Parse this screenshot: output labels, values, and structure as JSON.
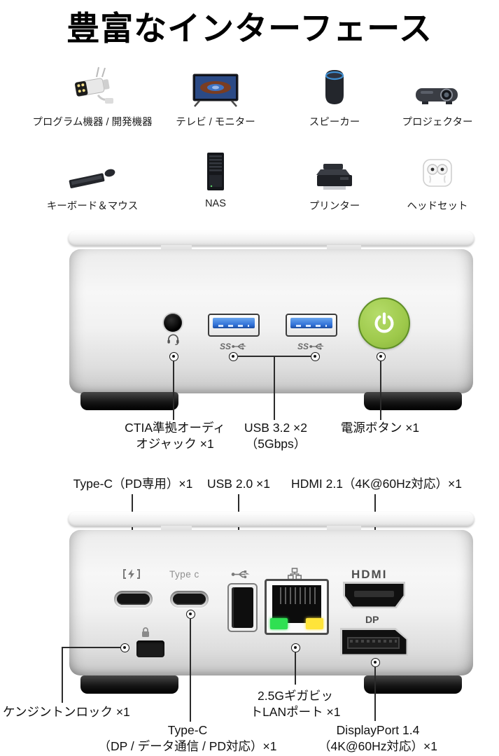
{
  "title": "豊富なインターフェース",
  "device_grid": {
    "row1": [
      {
        "icon": "security-camera",
        "label": "プログラム機器 / 開発機器"
      },
      {
        "icon": "tv-monitor",
        "label": "テレビ / モニター"
      },
      {
        "icon": "speaker",
        "label": "スピーカー"
      },
      {
        "icon": "projector",
        "label": "プロジェクター"
      }
    ],
    "row2": [
      {
        "icon": "keyboard-mouse",
        "label": "キーボード＆マウス"
      },
      {
        "icon": "nas",
        "label": "NAS"
      },
      {
        "icon": "printer",
        "label": "プリンター"
      },
      {
        "icon": "headset",
        "label": "ヘッドセット"
      }
    ]
  },
  "front_section": {
    "ss_mark": "SS",
    "callouts": [
      {
        "line1": "CTIA準拠オーディ",
        "line2": "オジャック ×1"
      },
      {
        "line1": "USB 3.2 ×2",
        "line2": "（5Gbps）"
      },
      {
        "line1": "電源ボタン ×1"
      }
    ]
  },
  "rear_section": {
    "top_callouts": [
      {
        "label": "Type-C（PD専用）×1"
      },
      {
        "label": "USB 2.0 ×1"
      },
      {
        "label": "HDMI 2.1（4K@60Hz対応）×1"
      }
    ],
    "port_marks": {
      "type_c_text": "Type c",
      "hdmi_logo": "HDMI",
      "dp_logo": "DP"
    },
    "bottom_callouts": {
      "kensington": {
        "line1": "ケンジントンロック ×1"
      },
      "type_c": {
        "line1": "Type-C",
        "line2": "（DP / データ通信 / PD対応）×1"
      },
      "lan": {
        "line1": "2.5Gギガビッ",
        "line2": "トLANポート ×1"
      },
      "displayport": {
        "line1": "DisplayPort 1.4",
        "line2": "（4K@60Hz対応）×1"
      }
    }
  },
  "colors": {
    "power_button_green": "#9ec94b",
    "usb_port_blue": "#2f6fd6",
    "lan_led_green": "#2fe052",
    "lan_led_yellow": "#ffe43a",
    "line_color": "#2b2b2b",
    "text_color": "#111111"
  }
}
